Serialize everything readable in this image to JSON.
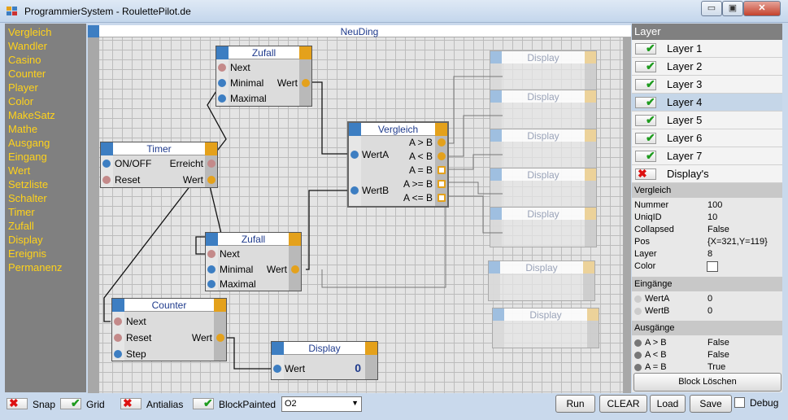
{
  "window": {
    "title": "ProgrammierSystem - RoulettePilot.de",
    "min_glyph": "▭",
    "max_glyph": "▣",
    "close_glyph": "✕"
  },
  "palette": [
    "Vergleich",
    "Wandler",
    "Casino",
    "Counter",
    "Player",
    "Color",
    "MakeSatz",
    "Mathe",
    "Ausgang",
    "Eingang",
    "Wert",
    "Setzliste",
    "Schalter",
    "Timer",
    "Zufall",
    "Display",
    "Ereignis",
    "Permanenz"
  ],
  "canvas": {
    "title": "NeuDing",
    "zufall1": {
      "title": "Zufall",
      "in": [
        "Next",
        "Minimal",
        "Maximal"
      ],
      "out": "Wert"
    },
    "timer": {
      "title": "Timer",
      "in": [
        "ON/OFF",
        "Reset"
      ],
      "out": [
        "Erreicht",
        "Wert"
      ]
    },
    "vergleich": {
      "title": "Vergleich",
      "in": [
        "WertA",
        "WertB"
      ],
      "out": [
        "A > B",
        "A < B",
        "A = B",
        "A >= B",
        "A <= B"
      ]
    },
    "zufall2": {
      "title": "Zufall",
      "in": [
        "Next",
        "Minimal",
        "Maximal"
      ],
      "out": "Wert"
    },
    "counter": {
      "title": "Counter",
      "in": [
        "Next",
        "Reset",
        "Step"
      ],
      "out": "Wert"
    },
    "display": {
      "title": "Display",
      "in": "Wert",
      "value": "0"
    },
    "ghost_title": "Display"
  },
  "layers": {
    "title": "Layer",
    "items": [
      {
        "name": "Layer 1",
        "checked": true
      },
      {
        "name": "Layer 2",
        "checked": true
      },
      {
        "name": "Layer 3",
        "checked": true
      },
      {
        "name": "Layer 4",
        "checked": true
      },
      {
        "name": "Layer 5",
        "checked": true
      },
      {
        "name": "Layer 6",
        "checked": true
      },
      {
        "name": "Layer 7",
        "checked": true
      },
      {
        "name": "Display's",
        "checked": false
      }
    ]
  },
  "properties": {
    "section": "Vergleich",
    "rows": [
      {
        "k": "Nummer",
        "v": "100"
      },
      {
        "k": "UniqID",
        "v": "10"
      },
      {
        "k": "Collapsed",
        "v": "False"
      },
      {
        "k": "Pos",
        "v": "{X=321,Y=119}"
      },
      {
        "k": "Layer",
        "v": "8"
      }
    ],
    "color_label": "Color",
    "eingaenge_title": "Eingänge",
    "eingaenge": [
      {
        "k": "WertA",
        "v": "0"
      },
      {
        "k": "WertB",
        "v": "0"
      }
    ],
    "ausgaenge_title": "Ausgänge",
    "ausgaenge": [
      {
        "k": "A > B",
        "v": "False"
      },
      {
        "k": "A < B",
        "v": "False"
      },
      {
        "k": "A = B",
        "v": "True"
      }
    ],
    "delete_label": "Block Löschen"
  },
  "bottom": {
    "options": [
      {
        "label": "Snap",
        "checked": false
      },
      {
        "label": "Grid",
        "checked": true
      },
      {
        "label": "Antialias",
        "checked": false
      },
      {
        "label": "BlockPainted",
        "checked": true
      }
    ],
    "select_value": "O2",
    "buttons": [
      "Run",
      "CLEAR",
      "Load",
      "Save"
    ],
    "debug_label": "Debug",
    "check_mark": "✔",
    "cross_mark": "✖"
  },
  "colors": {
    "palette_text": "#ffd21a",
    "port_blue": "#3d7ec2",
    "port_orange": "#e4a11b",
    "title_text": "#1e3a8c"
  }
}
